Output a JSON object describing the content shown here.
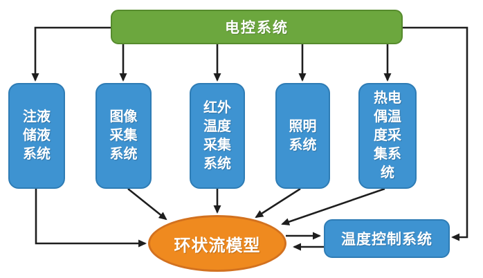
{
  "diagram": {
    "title_node": {
      "id": "control-system",
      "label": "电控系统"
    },
    "subsystems": [
      {
        "id": "liquid-injection-storage-system",
        "label": "注液\n储液\n系统",
        "text": "注液储液系统"
      },
      {
        "id": "image-acquisition-system",
        "label": "图像\n采集\n系统",
        "text": "图像采集系统"
      },
      {
        "id": "infrared-temperature-acquisition-system",
        "label": "红外\n温度\n采集\n系统",
        "text": "红外温度采集系统"
      },
      {
        "id": "lighting-system",
        "label": "照明\n系统",
        "text": "照明系统"
      },
      {
        "id": "thermocouple-temperature-acquisition-system",
        "label": "热电\n偶温\n度采\n集系\n统",
        "text": "热电偶温度采集系统"
      }
    ],
    "model_node": {
      "id": "annular-flow-model",
      "label": "环状流模型"
    },
    "temperature_control_node": {
      "id": "temperature-control-system",
      "label": "温度控制系统"
    },
    "edges": [
      {
        "from": "电控系统",
        "to": "注液储液系统"
      },
      {
        "from": "电控系统",
        "to": "图像采集系统"
      },
      {
        "from": "电控系统",
        "to": "红外温度采集系统"
      },
      {
        "from": "电控系统",
        "to": "照明系统"
      },
      {
        "from": "电控系统",
        "to": "热电偶温度采集系统"
      },
      {
        "from": "电控系统",
        "to": "温度控制系统"
      },
      {
        "from": "注液储液系统",
        "to": "环状流模型"
      },
      {
        "from": "图像采集系统",
        "to": "环状流模型"
      },
      {
        "from": "红外温度采集系统",
        "to": "环状流模型"
      },
      {
        "from": "照明系统",
        "to": "环状流模型"
      },
      {
        "from": "热电偶温度采集系统",
        "to": "环状流模型"
      },
      {
        "from": "环状流模型",
        "to": "温度控制系统"
      },
      {
        "from": "温度控制系统",
        "to": "环状流模型"
      }
    ],
    "colors": {
      "green_fill": "#6ca73e",
      "green_border": "#568b2d",
      "blue_fill": "#3e93d1",
      "blue_border": "#2e7cb5",
      "orange_fill": "#ef8a1f",
      "orange_border": "#d2711f",
      "arrow": "#1e1e1e",
      "text": "#ffffff",
      "background": "#ffffff"
    }
  }
}
